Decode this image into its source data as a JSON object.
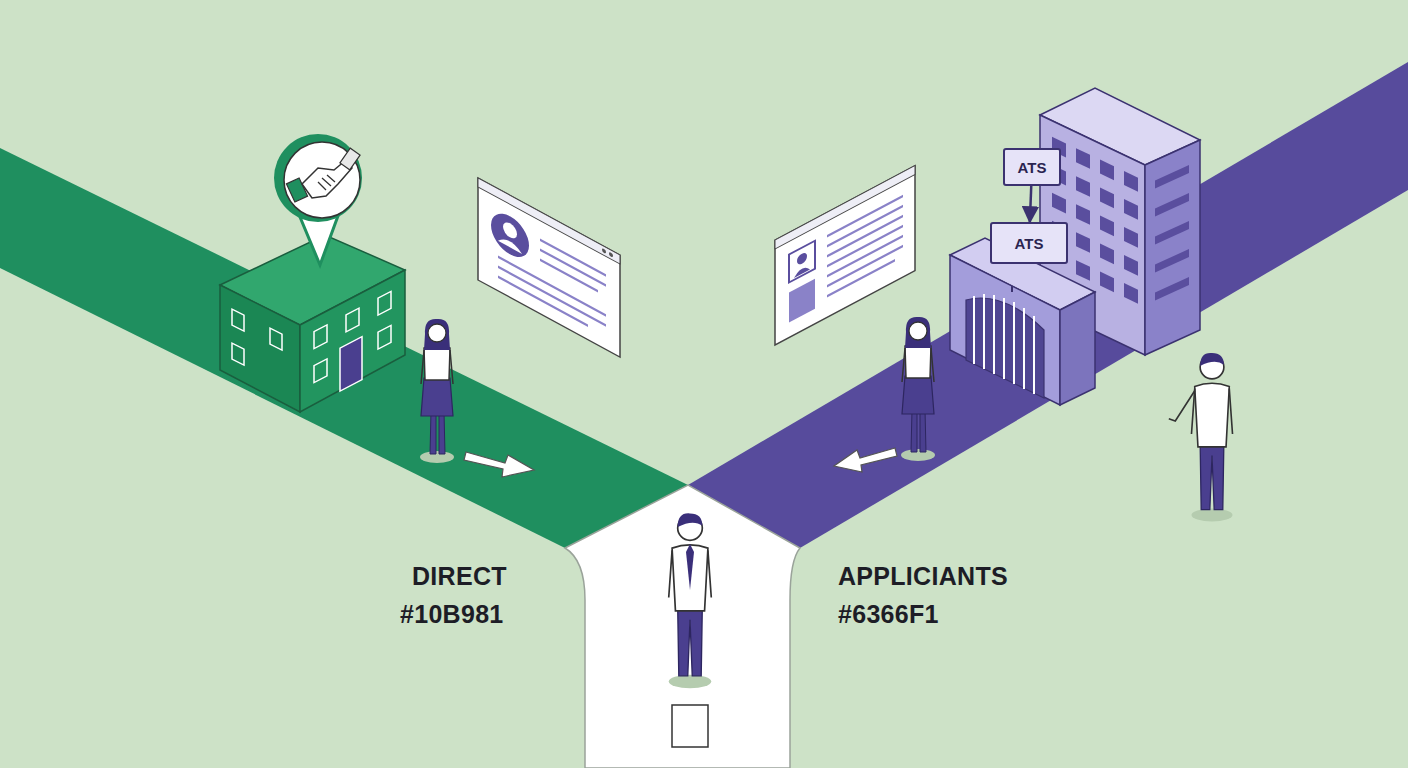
{
  "diagram": {
    "nodes": [
      {
        "text": [
          "ATS"
        ]
      },
      {
        "text": [
          "ATS"
        ]
      }
    ],
    "edges": [
      {
        "from": 0,
        "to": 1,
        "arrow": "to"
      }
    ],
    "labels": [
      "DIRECT",
      "#10B981",
      "APPLICIANTS",
      "#6366F1"
    ]
  }
}
